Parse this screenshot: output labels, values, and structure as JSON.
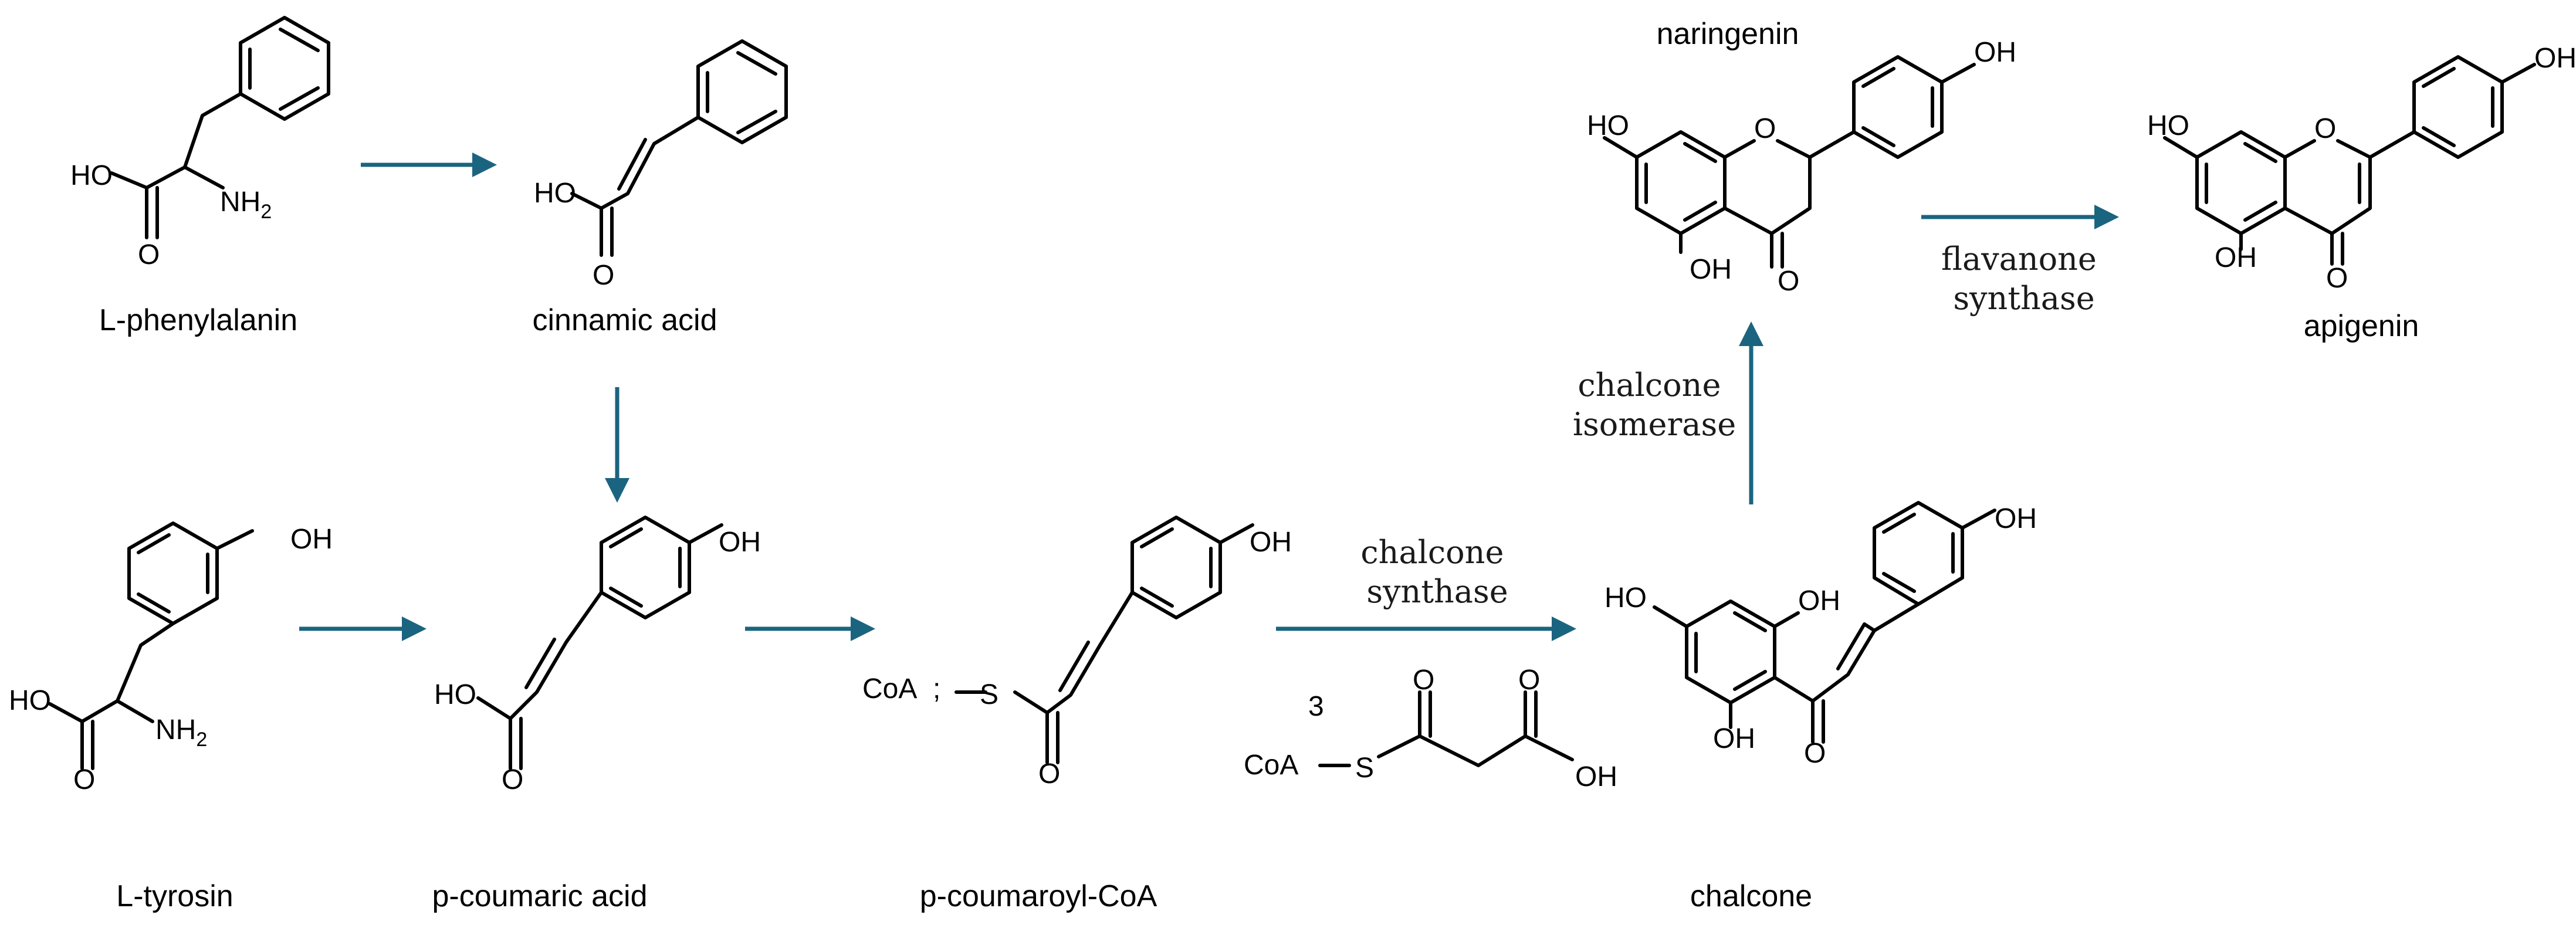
{
  "compounds": {
    "phenylalanine": "L-phenylalanin",
    "cinnamic_acid": "cinnamic acid",
    "tyrosine": "L-tyrosin",
    "p_coumaric_acid": "p-coumaric acid",
    "p_coumaroyl_coa": "p-coumaroyl-CoA",
    "chalcone": "chalcone",
    "naringenin": "naringenin",
    "apigenin": "apigenin"
  },
  "enzymes": {
    "chalcone_synthase": [
      "chalcone",
      "synthase"
    ],
    "chalcone_isomerase": [
      "chalcone",
      "isomerase"
    ],
    "flavanone_synthase": [
      "flavanone",
      "synthase"
    ]
  },
  "atoms": {
    "HO": "HO",
    "OH": "OH",
    "O": "O",
    "NH": "NH",
    "two": "2",
    "S": "S",
    "CoA": "CoA",
    "semicolon": ";",
    "malonyl_count": "3"
  }
}
